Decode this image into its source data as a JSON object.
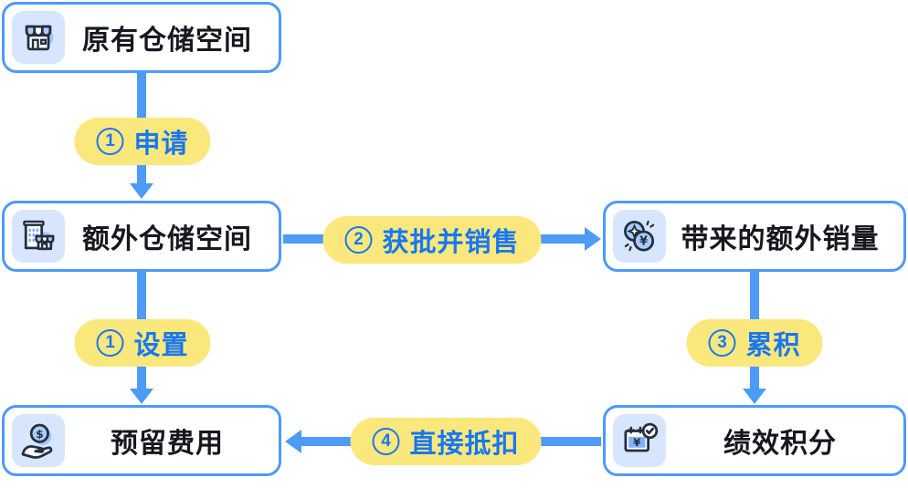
{
  "colors": {
    "accent_blue": "#4D9AF7",
    "label_blue": "#1877F1",
    "pill_yellow": "#FBE87D",
    "icon_tile_bg": "#D7E6FD",
    "icon_stroke": "#242E3F",
    "icon_fill_blue": "#A9CDFB",
    "node_text": "#15181E",
    "node_bg": "#FFFFFF"
  },
  "nodes": [
    {
      "id": "original-storage",
      "label": "原有仓储空间",
      "icon": "storefront-icon"
    },
    {
      "id": "extra-storage",
      "label": "额外仓储空间",
      "icon": "building-store-icon"
    },
    {
      "id": "extra-sales",
      "label": "带来的额外销量",
      "icon": "coins-icon"
    },
    {
      "id": "reserved-fee",
      "label": "预留费用",
      "icon": "hand-coin-icon"
    },
    {
      "id": "performance-points",
      "label": "绩效积分",
      "icon": "calendar-check-icon"
    }
  ],
  "steps": [
    {
      "id": "apply",
      "number": "1",
      "label": "申请"
    },
    {
      "id": "approved-sell",
      "number": "2",
      "label": "获批并销售"
    },
    {
      "id": "setup",
      "number": "1",
      "label": "设置"
    },
    {
      "id": "accumulate",
      "number": "3",
      "label": "累积"
    },
    {
      "id": "deduct",
      "number": "4",
      "label": "直接抵扣"
    }
  ]
}
